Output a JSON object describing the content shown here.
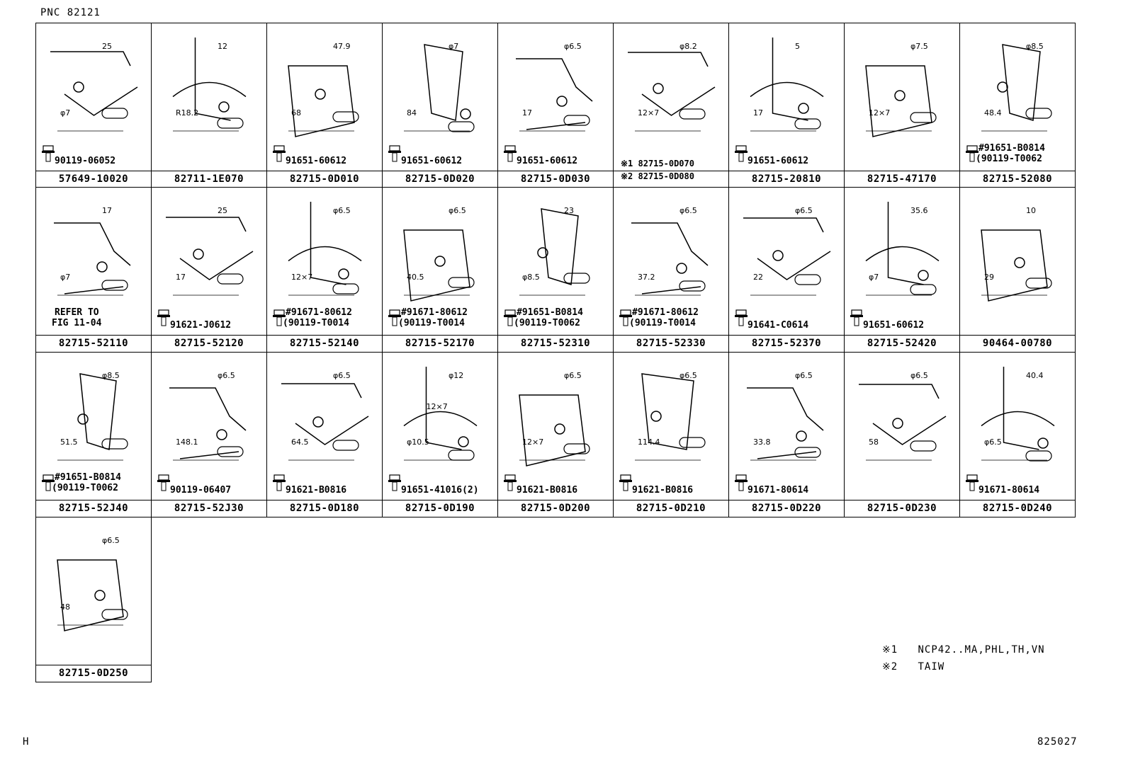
{
  "header": {
    "pnc_label": "PNC 82121"
  },
  "cells": [
    {
      "part": "57649-10020",
      "bolt": "90119-06052",
      "dims": [
        "25",
        "φ7"
      ]
    },
    {
      "part": "82711-1E070",
      "bolt": "",
      "dims": [
        "12",
        "R18.2"
      ]
    },
    {
      "part": "82715-0D010",
      "bolt": "91651-60612",
      "dims": [
        "47.9",
        "68"
      ]
    },
    {
      "part": "82715-0D020",
      "bolt": "91651-60612",
      "dims": [
        "φ7",
        "84"
      ]
    },
    {
      "part": "82715-0D030",
      "bolt": "91651-60612",
      "dims": [
        "φ6.5",
        "17"
      ]
    },
    {
      "part": "",
      "bolt": "",
      "dims": [
        "φ8.2",
        "12×7"
      ],
      "notes": [
        "※1 82715-0D070",
        "※2 82715-0D080"
      ]
    },
    {
      "part": "82715-20810",
      "bolt": "91651-60612",
      "dims": [
        "5",
        "17"
      ]
    },
    {
      "part": "82715-47170",
      "bolt": "",
      "dims": [
        "φ7.5",
        "12×7"
      ]
    },
    {
      "part": "82715-52080",
      "bolt": "#91651-B0814",
      "bolt2": "(90119-T0062",
      "dims": [
        "φ8.5",
        "48.4"
      ]
    },
    {
      "part": "82715-52110",
      "bolt": "REFER TO",
      "bolt2": "FIG 11-04",
      "dims": [
        "17",
        "φ7"
      ]
    },
    {
      "part": "82715-52120",
      "bolt": "91621-J0612",
      "dims": [
        "25",
        "17"
      ]
    },
    {
      "part": "82715-52140",
      "bolt": "#91671-80612",
      "bolt2": "(90119-T0014",
      "dims": [
        "φ6.5",
        "12×7"
      ]
    },
    {
      "part": "82715-52170",
      "bolt": "#91671-80612",
      "bolt2": "(90119-T0014",
      "dims": [
        "φ6.5",
        "40.5"
      ]
    },
    {
      "part": "82715-52310",
      "bolt": "#91651-B0814",
      "bolt2": "(90119-T0062",
      "dims": [
        "23",
        "φ8.5"
      ]
    },
    {
      "part": "82715-52330",
      "bolt": "#91671-80612",
      "bolt2": "(90119-T0014",
      "dims": [
        "φ6.5",
        "37.2"
      ]
    },
    {
      "part": "82715-52370",
      "bolt": "91641-C0614",
      "dims": [
        "φ6.5",
        "22"
      ]
    },
    {
      "part": "82715-52420",
      "bolt": "91651-60612",
      "dims": [
        "35.6",
        "φ7"
      ]
    },
    {
      "part": "90464-00780",
      "bolt": "",
      "dims": [
        "10",
        "29"
      ]
    },
    {
      "part": "82715-52J40",
      "bolt": "#91651-B0814",
      "bolt2": "(90119-T0062",
      "dims": [
        "φ8.5",
        "51.5"
      ]
    },
    {
      "part": "82715-52J30",
      "bolt": "90119-06407",
      "dims": [
        "φ6.5",
        "148.1"
      ]
    },
    {
      "part": "82715-0D180",
      "bolt": "91621-B0816",
      "dims": [
        "φ6.5",
        "64.5"
      ]
    },
    {
      "part": "82715-0D190",
      "bolt": "91651-41016(2)",
      "dims": [
        "φ12",
        "φ10.5",
        "12×7"
      ]
    },
    {
      "part": "82715-0D200",
      "bolt": "91621-B0816",
      "dims": [
        "φ6.5",
        "12×7"
      ]
    },
    {
      "part": "82715-0D210",
      "bolt": "91621-B0816",
      "dims": [
        "φ6.5",
        "114.4"
      ]
    },
    {
      "part": "82715-0D220",
      "bolt": "91671-80614",
      "dims": [
        "φ6.5",
        "33.8"
      ]
    },
    {
      "part": "82715-0D230",
      "bolt": "",
      "dims": [
        "φ6.5",
        "58"
      ]
    },
    {
      "part": "82715-0D240",
      "bolt": "91671-80614",
      "dims": [
        "40.4",
        "φ6.5"
      ]
    },
    {
      "part": "82715-0D250",
      "bolt": "",
      "dims": [
        "φ6.5",
        "48"
      ]
    }
  ],
  "legend": {
    "note1_mark": "※1",
    "note1_text": "NCP42..MA,PHL,TH,VN",
    "note2_mark": "※2",
    "note2_text": "TAIW"
  },
  "footer": {
    "left": "H",
    "right": "825027"
  }
}
